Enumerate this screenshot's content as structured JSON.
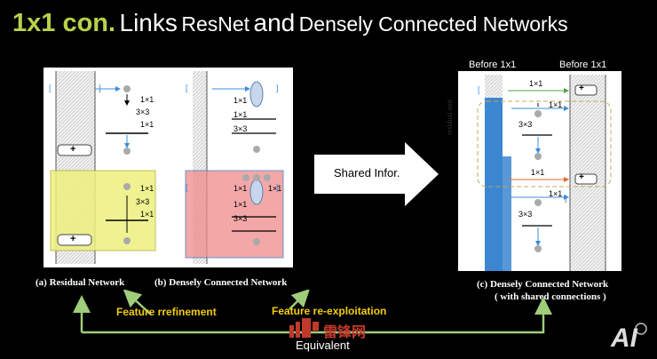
{
  "title": {
    "accent": "1x1 con.",
    "word1": "Links",
    "word2": "ResNet",
    "word3": "and",
    "word4": "Densely Connected Networks"
  },
  "panel_a": {
    "caption": "(a) Residual Network",
    "ops": [
      "1×1",
      "3×3",
      "1×1"
    ],
    "plus": "+"
  },
  "panel_b": {
    "caption": "(b) Densely Connected Network",
    "ops": [
      "1×1",
      "1×1",
      "3×3"
    ],
    "ops2": [
      "1×1",
      "1×1",
      "1×1",
      "3×3"
    ]
  },
  "shared_arrow": {
    "label": "Shared Infor."
  },
  "panel_c": {
    "header_left": "Before 1x1",
    "header_right": "Before 1x1",
    "side_label": "residual unit",
    "ops": [
      "1×1",
      "1×1",
      "3×3",
      "1×1",
      "1×1",
      "3×3"
    ],
    "plus": "+",
    "caption_line1": "(c) Densely Connected Network",
    "caption_line2": "( with shared connections )"
  },
  "labels": {
    "feature_refinement": "Feature rrefinement",
    "feature_reexploitation": "Feature re-exploitation",
    "equivalent": "Equivalent"
  },
  "watermark": {
    "brand": "雷锋网",
    "logo": "AI"
  },
  "colors": {
    "accent": "#b8d24a",
    "yellow_label": "#f2cc0c",
    "arrow_green": "#9fcd7a",
    "blue_bar": "#3c86d0",
    "red_box": "#f08a8a",
    "yellow_box": "#eef07e"
  }
}
